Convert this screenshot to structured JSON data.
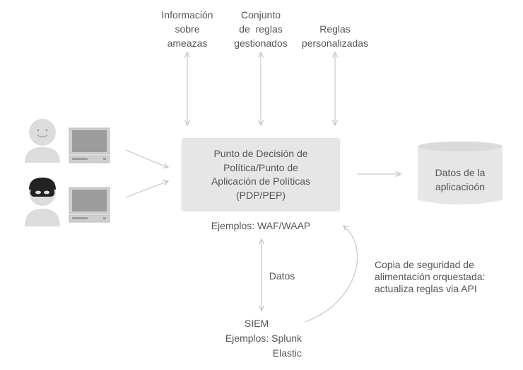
{
  "top_inputs": [
    {
      "lines": [
        "Información",
        "sobre",
        "ameazas"
      ]
    },
    {
      "lines": [
        "Conjunto",
        "de  reglas",
        "gestionados"
      ]
    },
    {
      "lines": [
        "Reglas",
        "personalizadas"
      ]
    }
  ],
  "pdp": {
    "lines": [
      "Punto de Decisión de",
      "Política/Punto de",
      "Aplicación de Políticas",
      "(PDP/PEP)"
    ],
    "examples": "Ejemplos: WAF/WAAP"
  },
  "database": {
    "lines": [
      "Datos de la",
      "aplicacioón"
    ]
  },
  "data_flow_label": "Datos",
  "siem": {
    "lines": [
      "SIEM",
      "Ejemplos: Splunk",
      "Elastic"
    ]
  },
  "feedback": {
    "lines": [
      "Copia de seguridad de",
      "alimentación orquestada:",
      "actualiza reglas via API"
    ]
  },
  "users": [
    {
      "icon": "user-icon"
    },
    {
      "icon": "attacker-icon"
    }
  ],
  "colors": {
    "box": "#e6e6e6",
    "arrow": "#cccccc",
    "icon": "#dcdcdc",
    "text": "#555555",
    "mask": "#222222"
  }
}
